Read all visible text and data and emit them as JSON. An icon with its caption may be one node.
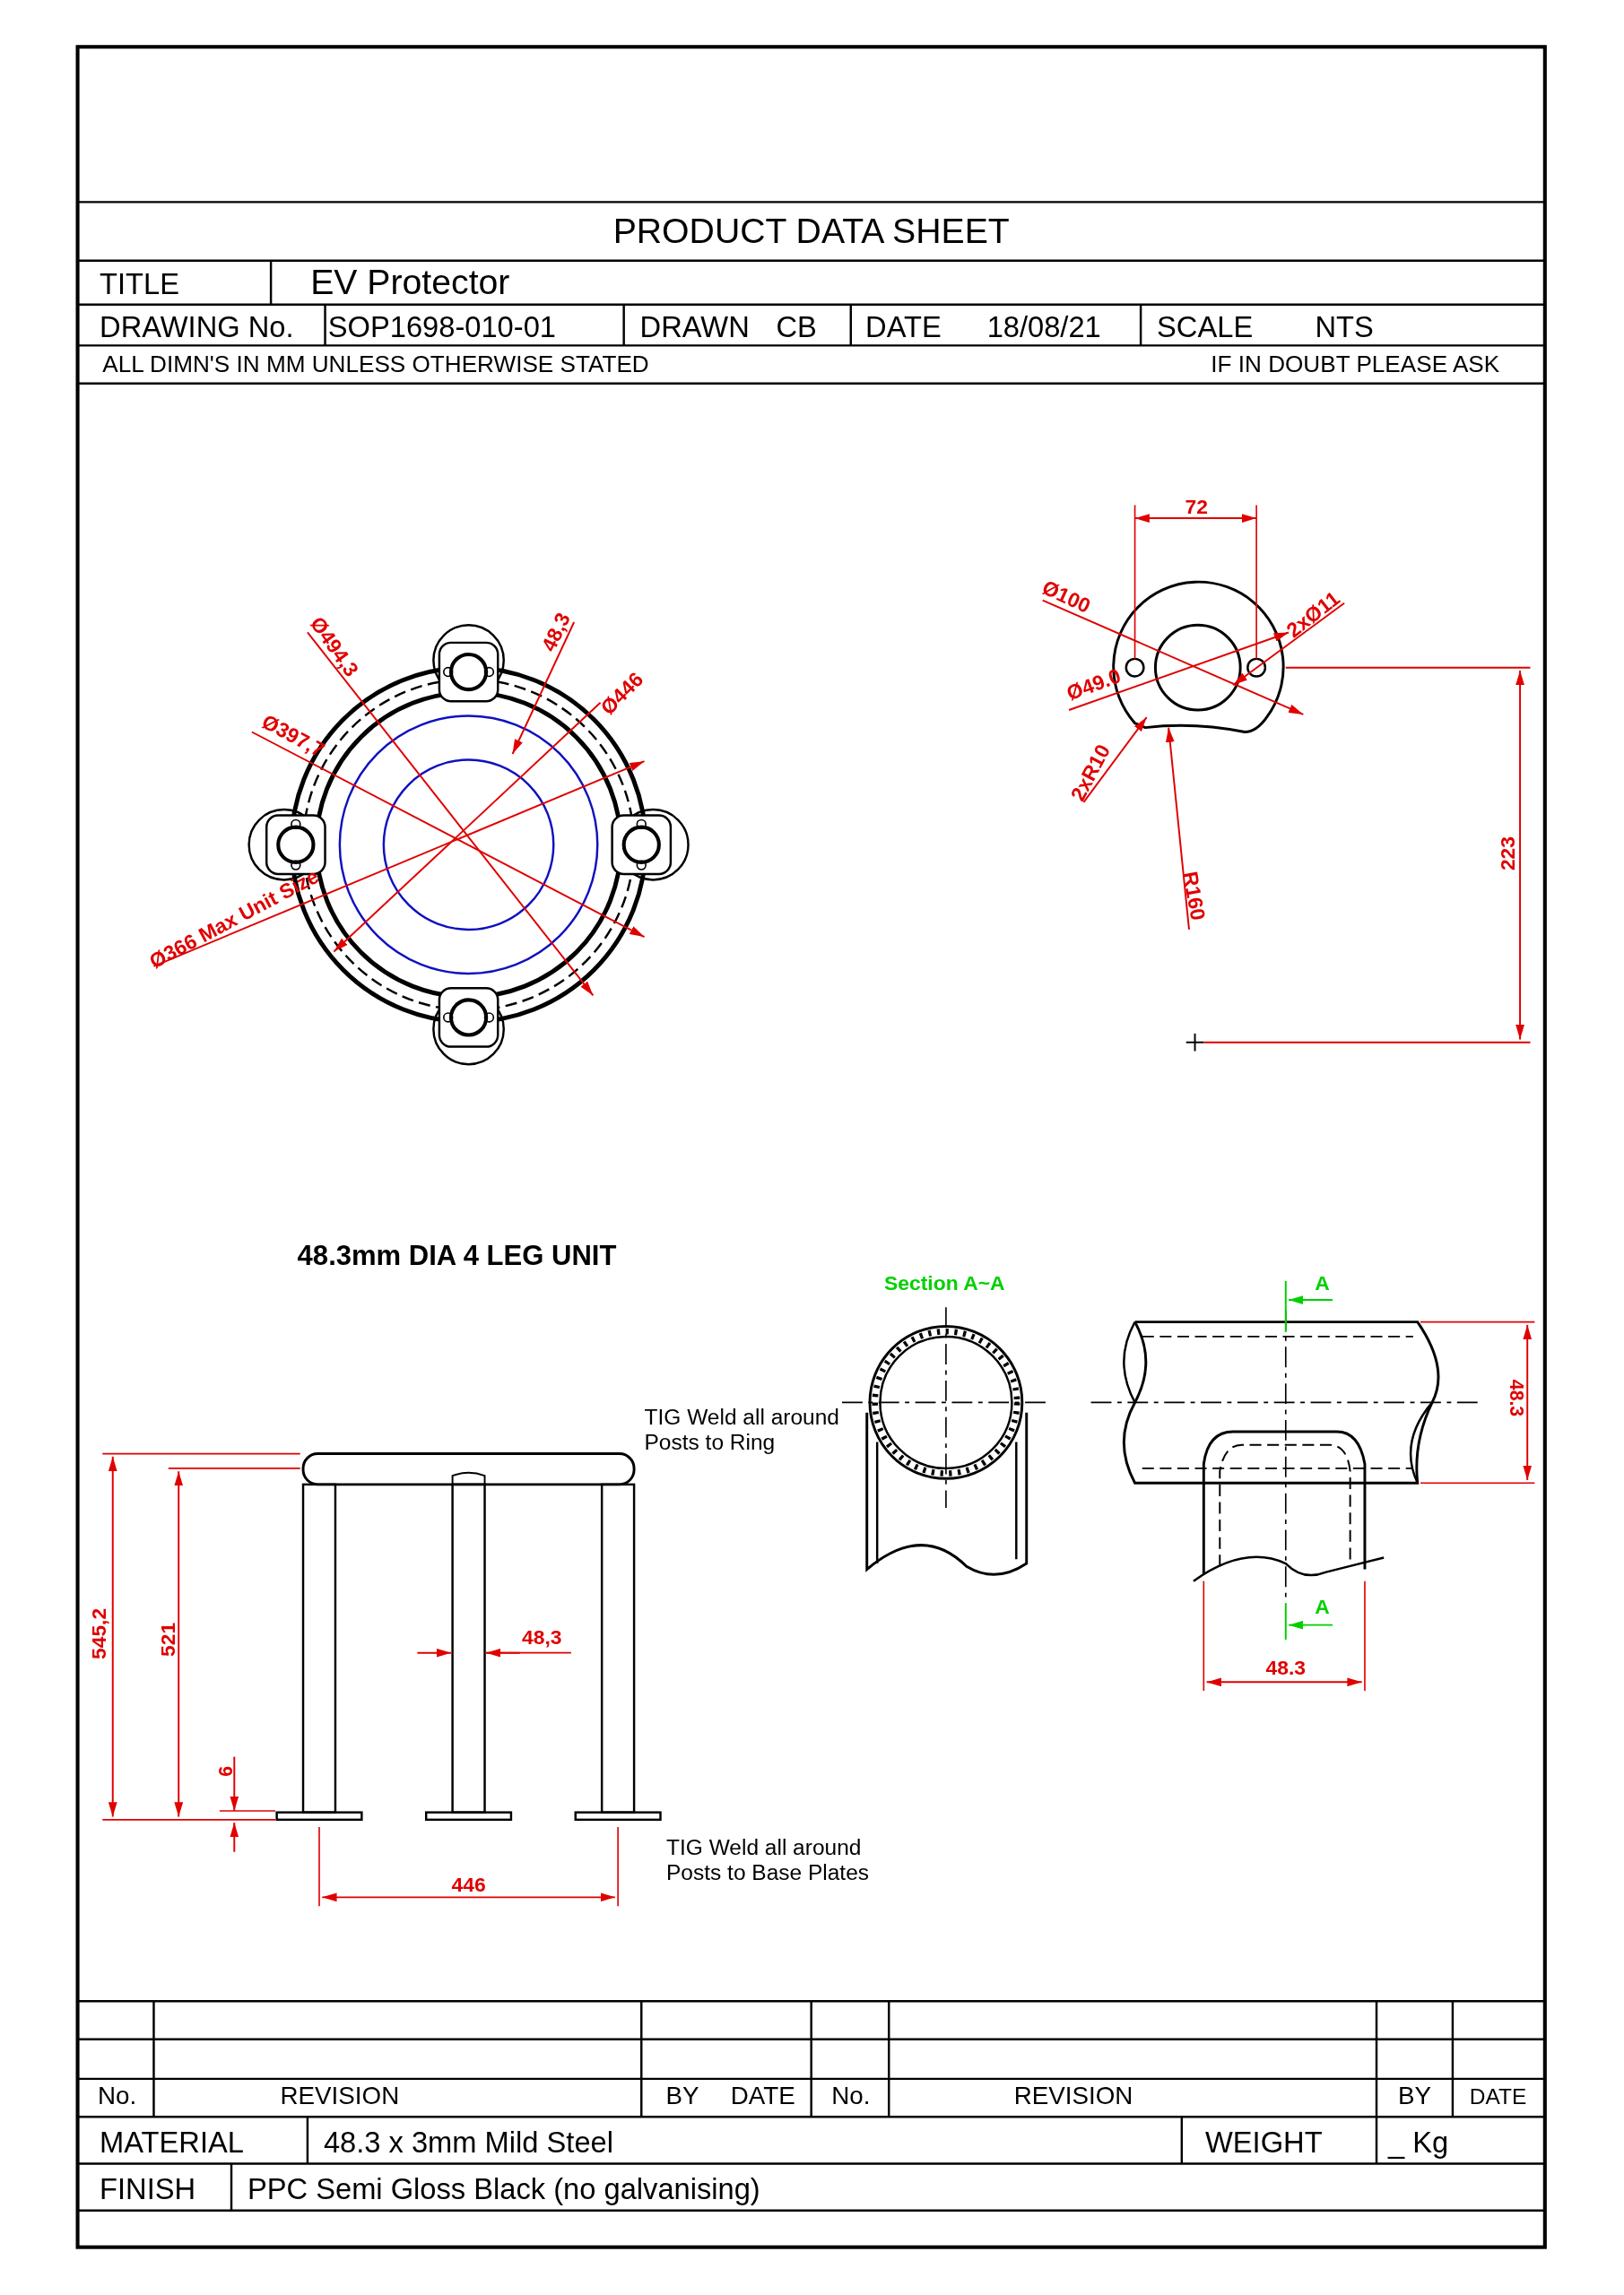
{
  "diagram": {
    "title": "PRODUCT DATA SHEET",
    "labels": [
      "TITLE",
      "EV Protector",
      "DRAWING No.",
      "SOP1698-010-01",
      "DRAWN",
      "CB",
      "DATE",
      "18/08/21",
      "SCALE",
      "NTS",
      "ALL DIMN'S IN MM UNLESS OTHERWISE STATED",
      "IF IN DOUBT PLEASE ASK",
      "72",
      "Ø494,3",
      "48,3",
      "Ø446",
      "Ø397,7",
      "Ø366 Max Unit Size",
      "Ø100",
      "2xØ11",
      "Ø49.0",
      "2xR10",
      "R160",
      "223",
      "48.3mm DIA 4 LEG UNIT",
      "Section A~A",
      "A",
      "48.3",
      "TIG Weld all around Posts to Ring",
      "545,2",
      "521",
      "48,3",
      "A",
      "48.3",
      "6",
      "446",
      "TIG Weld all around Posts to Base Plates",
      "No.",
      "REVISION",
      "BY",
      "DATE",
      "No.",
      "REVISION",
      "BY",
      "DATE",
      "MATERIAL",
      "48.3 x 3mm Mild Steel",
      "WEIGHT",
      "_ Kg",
      "FINISH",
      "PPC Semi Gloss Black (no galvanising)"
    ]
  }
}
